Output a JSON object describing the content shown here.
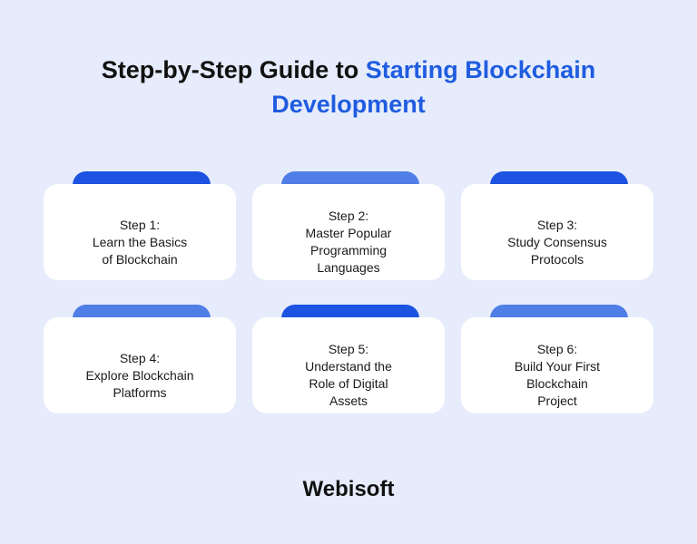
{
  "title": {
    "part1": "Step-by-Step Guide to ",
    "part2": "Starting Blockchain",
    "part3": "Development"
  },
  "colors": {
    "background": "#e6ecfb",
    "accent": "#1f5ce0",
    "tab_dark": "#1c53e0",
    "tab_light": "#4f7ee6",
    "card": "#ffffff"
  },
  "steps": [
    {
      "label": "Step 1:",
      "lines": [
        "Learn the Basics",
        "of Blockchain"
      ],
      "tab": "dark"
    },
    {
      "label": "Step 2:",
      "lines": [
        "Master Popular",
        "Programming",
        "Languages"
      ],
      "tab": "light"
    },
    {
      "label": "Step 3:",
      "lines": [
        "Study Consensus",
        "Protocols"
      ],
      "tab": "dark"
    },
    {
      "label": "Step 4:",
      "lines": [
        "Explore Blockchain",
        "Platforms"
      ],
      "tab": "light"
    },
    {
      "label": "Step 5:",
      "lines": [
        "Understand the",
        "Role of Digital",
        "Assets"
      ],
      "tab": "dark"
    },
    {
      "label": "Step 6:",
      "lines": [
        "Build Your First",
        "Blockchain",
        "Project"
      ],
      "tab": "light"
    }
  ],
  "brand": "Webisoft"
}
